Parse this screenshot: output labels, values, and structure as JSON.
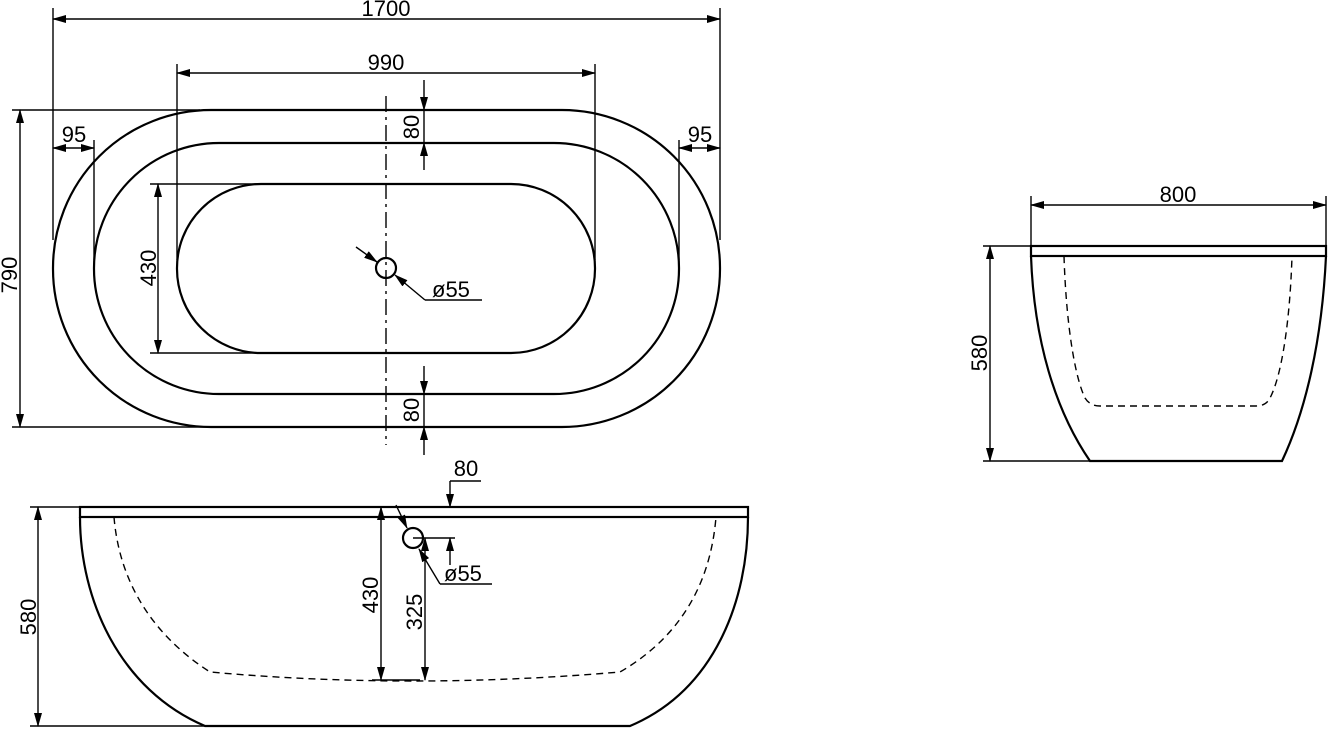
{
  "top_view": {
    "overall_length": "1700",
    "basin_length": "990",
    "end_wall_left": "95",
    "end_wall_right": "95",
    "overall_width": "790",
    "basin_width": "430",
    "rim_top": "80",
    "rim_bottom": "80",
    "drain_diameter": "ø55"
  },
  "front_view": {
    "overall_height": "580",
    "basin_depth": "430",
    "overflow_height": "325",
    "overflow_offset": "80",
    "overflow_diameter": "ø55"
  },
  "side_view": {
    "overall_width": "800",
    "overall_height": "580"
  },
  "colors": {
    "line": "#000000",
    "background": "#ffffff"
  }
}
